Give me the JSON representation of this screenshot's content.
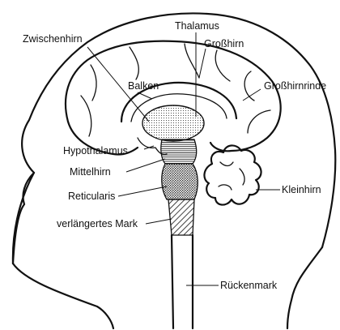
{
  "labels": {
    "zwischenhirn": "Zwischenhirn",
    "thalamus": "Thalamus",
    "grosshirn": "Großhirn",
    "balken": "Balken",
    "grosshirnrinde": "Großhirnrinde",
    "hypothalamus": "Hypothalamus",
    "mittelhirn": "Mittelhirn",
    "kleinhirn": "Kleinhirn",
    "reticularis": "Reticularis",
    "verlaengertes_mark": "verlängertes Mark",
    "rueckenmark": "Rückenmark"
  },
  "colors": {
    "line": "#111111",
    "background": "#ffffff"
  }
}
